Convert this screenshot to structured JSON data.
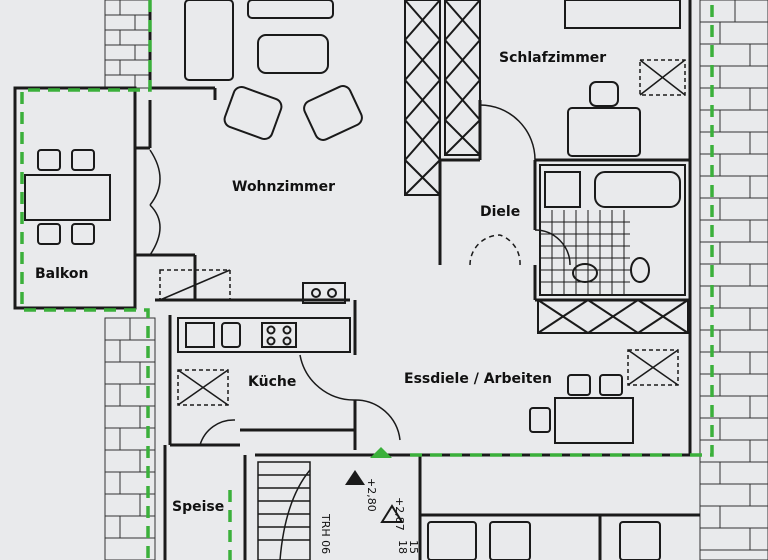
{
  "rooms": {
    "schlafzimmer": "Schlafzimmer",
    "wohnzimmer": "Wohnzimmer",
    "diele": "Diele",
    "balkon": "Balkon",
    "kueche": "Küche",
    "essdiele": "Essdiele / Arbeiten",
    "speise": "Speise"
  },
  "level_marks": {
    "lower": "+2,80",
    "upper": "+2,87"
  },
  "stair_text": "TRH 06",
  "stair_numbers": [
    "15",
    "18"
  ],
  "colors": {
    "wall": "#1a1a1a",
    "boundary": "#3bb03b",
    "paper": "#e9eaec"
  }
}
